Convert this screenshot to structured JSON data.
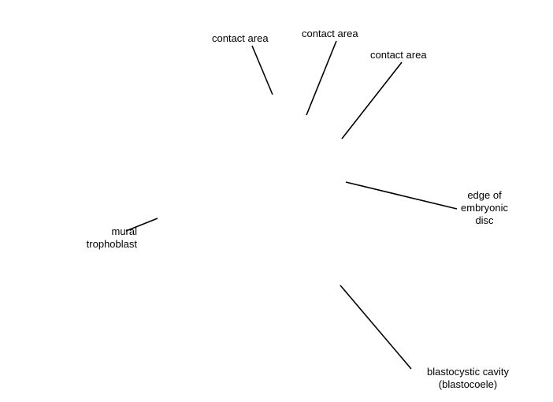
{
  "labels": {
    "contact_area_1": "contact area",
    "contact_area_2": "contact area",
    "contact_area_3": "contact area",
    "edge_of_embryonic_disc": [
      "edge of",
      "embryonic",
      "disc"
    ],
    "mural_trophoblast": [
      "mural",
      "trophoblast"
    ],
    "blastocystic_cavity": [
      "blastocystic cavity",
      "(blastocoele)"
    ]
  },
  "colors": {
    "line": "#000000",
    "text": "#000000",
    "background": "#ffffff"
  }
}
